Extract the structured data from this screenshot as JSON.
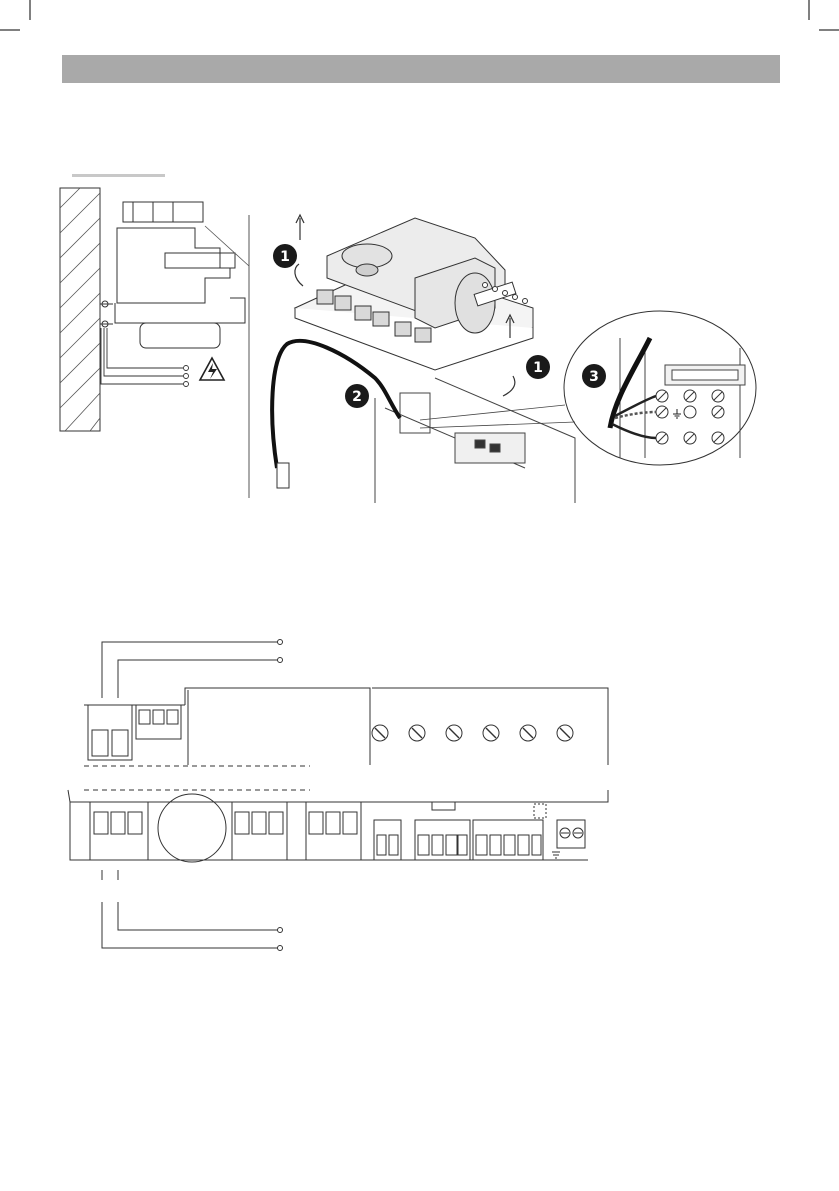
{
  "page": {
    "header": {
      "title": ""
    }
  },
  "figures": {
    "installation": {
      "steps": [
        {
          "number": "1",
          "icon": "step-badge"
        },
        {
          "number": "1",
          "icon": "step-badge"
        },
        {
          "number": "2",
          "icon": "step-badge"
        },
        {
          "number": "3",
          "icon": "step-badge"
        }
      ],
      "warning_icon": "high-voltage-warning-icon",
      "earth_symbol": "earth-ground-icon"
    },
    "board_wiring": {
      "terminal_groups": [
        "2-pole",
        "3-pole",
        "3-pole",
        "3-pole",
        "3-pole",
        "2-pole",
        "4-pole",
        "5-pole",
        "2-pole-screw"
      ],
      "trimmer_count": 6,
      "earth_symbol": "earth-ground-icon"
    }
  },
  "colors": {
    "header_bar": "#a9a9a9",
    "line": "#1a1a1a",
    "light_line": "#9a9a9a"
  }
}
